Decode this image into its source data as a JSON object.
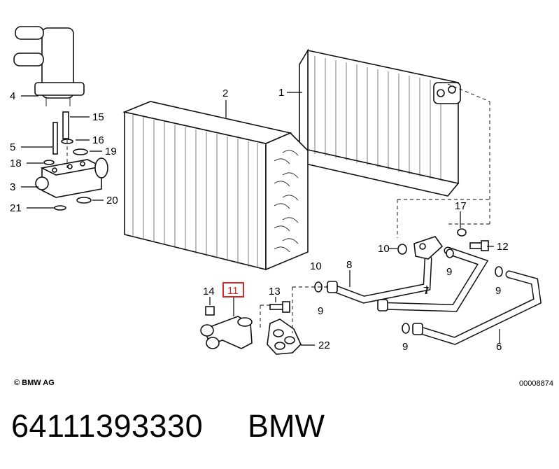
{
  "diagram": {
    "labels": {
      "l1": "1",
      "l2": "2",
      "l3": "3",
      "l4": "4",
      "l5": "5",
      "l6": "6",
      "l7": "7",
      "l8": "8",
      "l9a": "9",
      "l9b": "9",
      "l9c": "9",
      "l9d": "9",
      "l10a": "10",
      "l10b": "10",
      "l11": "11",
      "l12": "12",
      "l13": "13",
      "l14": "14",
      "l15": "15",
      "l16": "16",
      "l17": "17",
      "l18": "18",
      "l19": "19",
      "l20": "20",
      "l21": "21",
      "l22": "22"
    },
    "highlight_color": "#d62828"
  },
  "footer": {
    "copyright": "© BMW AG",
    "drawing_number": "00008874"
  },
  "caption": {
    "part_number": "64111393330",
    "brand": "BMW"
  }
}
